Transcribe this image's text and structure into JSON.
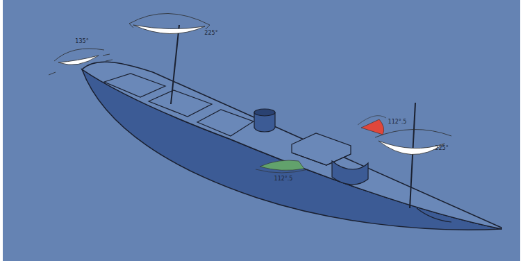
{
  "diagram": {
    "labels": [
      "225°",
      "135°",
      "112°.5",
      "225°",
      "112°.5"
    ]
  }
}
